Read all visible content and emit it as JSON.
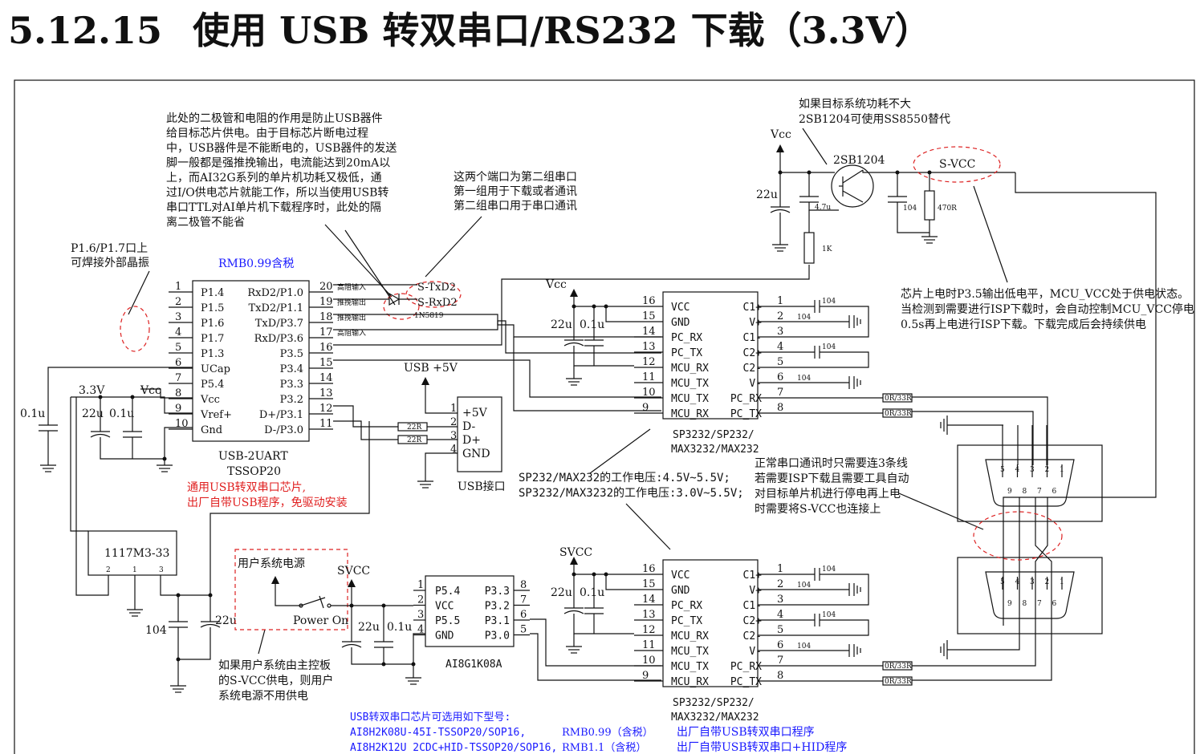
{
  "title": {
    "number": "5.12.15",
    "text": "使用 USB 转双串口/RS232 下载（3.3V）"
  },
  "notes": {
    "diode_note": [
      "此处的二极管和电阻的作用是防止USB器件",
      "给目标芯片供电。由于目标芯片断电过程",
      "中，USB器件是不能断电的，USB器件的发送",
      "脚一般都是强推挽输出，电流能达到20mA以",
      "上，而AI32G系列的单片机功耗又极低，通",
      "过I/O供电芯片就能工作，所以当使用USB转",
      "串口TTL对AI单片机下载程序时，此处的隔",
      "离二极管不能省"
    ],
    "port_note": [
      "这两个端口为第二组串口",
      "第一组用于下载或者通讯",
      "第二组串口用于串口通讯"
    ],
    "crystal_note": [
      "P1.6/P1.7口上",
      "可焊接外部晶振"
    ],
    "price_top": "RMB0.99含税",
    "low_power_note": [
      "如果目标系统功耗不大",
      "2SB1204可使用SS8550替代"
    ],
    "mcu_vcc_note": [
      "芯片上电时P3.5输出低电平，MCU_VCC处于供电状态。",
      "当检测到需要进行ISP下载时，会自动控制MCU_VCC停电",
      "0.5s再上电进行ISP下载。下载完成后会持续供电"
    ],
    "voltage_note": [
      "SP232/MAX232的工作电压:4.5V~5.5V;",
      "SP3232/MAX3232的工作电压:3.0V~5.5V;"
    ],
    "serial_note": [
      "正常串口通讯时只需要连3条线",
      "若需要ISP下载且需要工具自动",
      "对目标单片机进行停电再上电",
      "时需要将S-VCC也连接上"
    ],
    "usb_chip_note": [
      "通用USB转双串口芯片,",
      "出厂自带USB程序，免驱动安装"
    ],
    "user_power_note": [
      "如果用户系统由主控板",
      "的S-VCC供电，则用户",
      "系统电源不用供电"
    ],
    "options_title": "USB转双串口芯片可选用如下型号:",
    "options": [
      {
        "part": "AI8H2K08U-45I-TSSOP20/SOP16,",
        "price": "RMB0.99（含税）",
        "desc": "出厂自带USB转双串口程序"
      },
      {
        "part": "AI8H2K12U 2CDC+HID-TSSOP20/SOP16,",
        "price": "RMB1.1（含税）",
        "desc": "出厂自带USB转双串口+HID程序"
      }
    ]
  },
  "usb_chip": {
    "name": "USB-2UART",
    "package": "TSSOP20",
    "left_pins": [
      {
        "num": "1",
        "name": "P1.4"
      },
      {
        "num": "2",
        "name": "P1.5"
      },
      {
        "num": "3",
        "name": "P1.6"
      },
      {
        "num": "4",
        "name": "P1.7"
      },
      {
        "num": "5",
        "name": "P1.3"
      },
      {
        "num": "6",
        "name": "UCap"
      },
      {
        "num": "7",
        "name": "P5.4"
      },
      {
        "num": "8",
        "name": "Vcc"
      },
      {
        "num": "9",
        "name": "Vref+"
      },
      {
        "num": "10",
        "name": "Gnd"
      }
    ],
    "right_pins": [
      {
        "num": "20",
        "name": "RxD2/P1.0",
        "note": "高阻输入"
      },
      {
        "num": "19",
        "name": "TxD2/P1.1",
        "note": "推挽输出"
      },
      {
        "num": "18",
        "name": "TxD/P3.7",
        "note": "推挽输出"
      },
      {
        "num": "17",
        "name": "RxD/P3.6",
        "note": "高阻输入"
      },
      {
        "num": "16",
        "name": "P3.5",
        "note": ""
      },
      {
        "num": "15",
        "name": "P3.4",
        "note": ""
      },
      {
        "num": "14",
        "name": "P3.3",
        "note": ""
      },
      {
        "num": "13",
        "name": "P3.2",
        "note": ""
      },
      {
        "num": "12",
        "name": "D+/P3.1",
        "note": ""
      },
      {
        "num": "11",
        "name": "D-/P3.0",
        "note": ""
      }
    ]
  },
  "usb_connector": {
    "title": "USB +5V",
    "label": "USB接口",
    "pins": [
      {
        "num": "1",
        "name": "+5V"
      },
      {
        "num": "2",
        "name": "D-"
      },
      {
        "num": "3",
        "name": "D+"
      },
      {
        "num": "4",
        "name": "GND"
      }
    ],
    "r1": "22R",
    "r2": "22R"
  },
  "sp_chip": {
    "name": [
      "SP3232/SP232/",
      "MAX3232/MAX232"
    ],
    "left_pins": [
      {
        "num": "16",
        "name": "VCC"
      },
      {
        "num": "15",
        "name": "GND"
      },
      {
        "num": "14",
        "name": "PC_RX"
      },
      {
        "num": "13",
        "name": "PC_TX"
      },
      {
        "num": "12",
        "name": "MCU_RX"
      },
      {
        "num": "11",
        "name": "MCU_TX"
      },
      {
        "num": "10",
        "name": "MCU_TX"
      },
      {
        "num": "9",
        "name": "MCU_RX"
      }
    ],
    "right_pins": [
      {
        "num": "1",
        "name": "C1+"
      },
      {
        "num": "2",
        "name": "V+"
      },
      {
        "num": "3",
        "name": "C1-"
      },
      {
        "num": "4",
        "name": "C2+"
      },
      {
        "num": "5",
        "name": "C2-"
      },
      {
        "num": "6",
        "name": "V-"
      },
      {
        "num": "7",
        "name": "PC_RX"
      },
      {
        "num": "8",
        "name": "PC_TX"
      }
    ],
    "cap": "104",
    "res": "0R/33R"
  },
  "mcu": {
    "name": "AI8G1K08A",
    "left_pins": [
      {
        "num": "1",
        "name": "P5.4"
      },
      {
        "num": "2",
        "name": "VCC"
      },
      {
        "num": "3",
        "name": "P5.5"
      },
      {
        "num": "4",
        "name": "GND"
      }
    ],
    "right_pins": [
      {
        "num": "8",
        "name": "P3.3"
      },
      {
        "num": "7",
        "name": "P3.2"
      },
      {
        "num": "6",
        "name": "P3.1"
      },
      {
        "num": "5",
        "name": "P3.0"
      }
    ]
  },
  "labels": {
    "vcc": "Vcc",
    "v33": "3.3V",
    "svcc": "SVCC",
    "s_vcc": "S-VCC",
    "usb5v": "USB +5V",
    "c22u": "22u",
    "c01u": "0.1u",
    "c47u": "4.7u",
    "c104": "104",
    "r470": "470R",
    "r1k": "1K",
    "transistor": "2SB1204",
    "diode": "1N5819",
    "s_txd": "S-TxD2",
    "s_rxd": "S-RxD2",
    "regulator": "1117M3-33",
    "reg_pins": [
      "2",
      "1",
      "3"
    ],
    "user_power": "用户系统电源",
    "power_on": "Power On"
  },
  "db9": {
    "top_row": [
      "5",
      "4",
      "3",
      "2",
      "1"
    ],
    "bottom_row": [
      "9",
      "8",
      "7",
      "6"
    ]
  }
}
